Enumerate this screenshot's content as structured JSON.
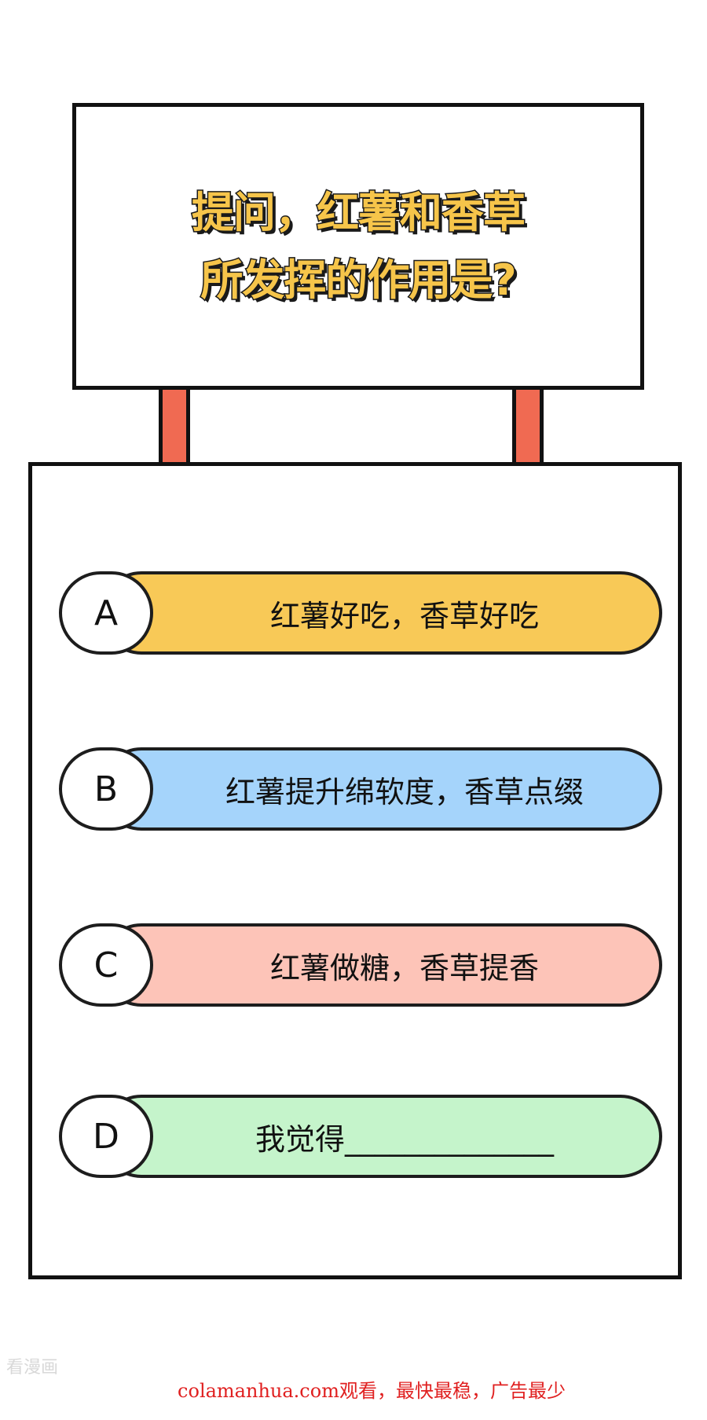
{
  "question": {
    "line1": "提问，红薯和香草",
    "line2": "所发挥的作用是?"
  },
  "options": [
    {
      "letter": "A",
      "text": "红薯好吃，香草好吃",
      "color": "#f8c957"
    },
    {
      "letter": "B",
      "text": "红薯提升绵软度，香草点缀",
      "color": "#a5d4fb"
    },
    {
      "letter": "C",
      "text": "红薯做糖，香草提香",
      "color": "#fdc4b8"
    },
    {
      "letter": "D",
      "text": "我觉得______________",
      "color": "#c5f4cb"
    }
  ],
  "colors": {
    "post": "#f06a52",
    "question_text": "#f6c54a",
    "outline": "#111111"
  },
  "watermark": {
    "corner": "看漫画",
    "footer": "colamanhua.com观看，最快最稳，广告最少"
  }
}
